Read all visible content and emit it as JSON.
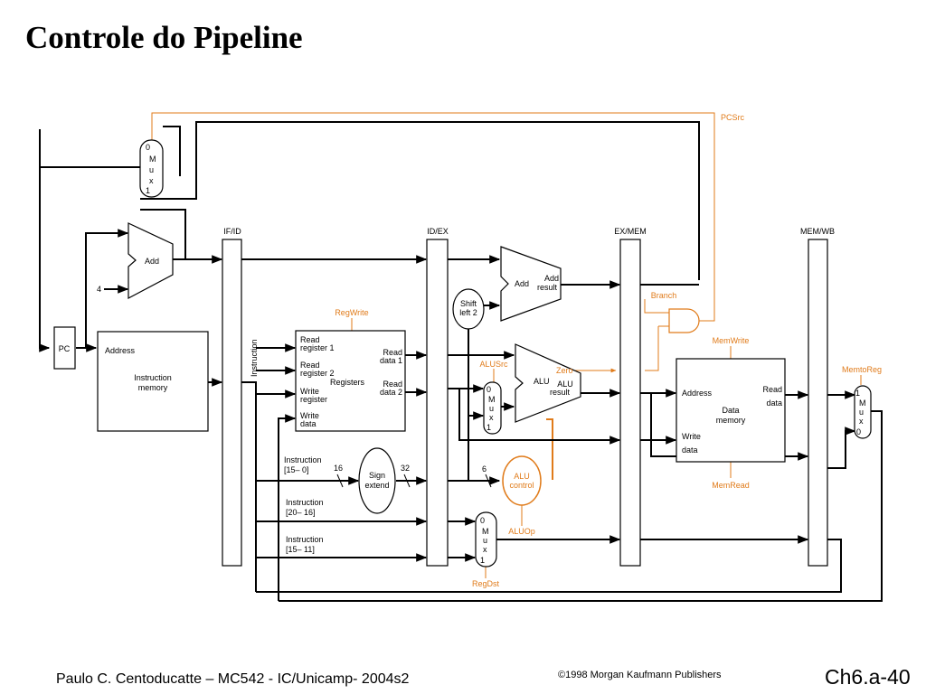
{
  "slide": {
    "title": "Controle do Pipeline",
    "footer_left": "Paulo C. Centoducatte – MC542 - IC/Unicamp- 2004s2",
    "footer_center": "©1998 Morgan Kaufmann Publishers",
    "footer_right": "Ch6.a-40"
  },
  "colors": {
    "control": "#e07b1a",
    "wire": "#000000"
  },
  "diagram": {
    "registers": {
      "if_id": "IF/ID",
      "id_ex": "ID/EX",
      "ex_mem": "EX/MEM",
      "mem_wb": "MEM/WB"
    },
    "pc": "PC",
    "four": "4",
    "add": "Add",
    "pc_mux": [
      "0",
      "M",
      "u",
      "x",
      "1"
    ],
    "instr_mem": {
      "address": "Address",
      "line1": "Instruction",
      "line2": "memory"
    },
    "instruction_vertical": "Instruction",
    "regfile": {
      "read_reg1_a": "Read",
      "read_reg1_b": "register 1",
      "read_reg2_a": "Read",
      "read_reg2_b": "register 2",
      "write_reg_a": "Write",
      "write_reg_b": "register",
      "write_data_a": "Write",
      "write_data_b": "data",
      "name": "Registers",
      "read_data1_a": "Read",
      "read_data1_b": "data 1",
      "read_data2_a": "Read",
      "read_data2_b": "data 2"
    },
    "shift": {
      "line1": "Shift",
      "line2": "left 2"
    },
    "add2": {
      "add": "Add",
      "result_a": "Add",
      "result_b": "result"
    },
    "alu": {
      "name": "ALU",
      "result_a": "ALU",
      "result_b": "result",
      "zero": "Zero"
    },
    "alu_mux": [
      "0",
      "M",
      "u",
      "x",
      "1"
    ],
    "sign_extend": {
      "line1": "Sign",
      "line2": "extend",
      "in_width": "16",
      "out_width": "32"
    },
    "instr_fields": {
      "f1_a": "Instruction",
      "f1_b": "[15– 0]",
      "f2_a": "Instruction",
      "f2_b": "[20– 16]",
      "f3_a": "Instruction",
      "f3_b": "[15– 11]"
    },
    "alu_control": {
      "line1": "ALU",
      "line2": "control",
      "width": "6"
    },
    "regdst_mux": [
      "0",
      "M",
      "u",
      "x",
      "1"
    ],
    "data_mem": {
      "address": "Address",
      "read_a": "Read",
      "read_b": "data",
      "name_a": "Data",
      "name_b": "memory",
      "write_a": "Write",
      "write_b": "data"
    },
    "wb_mux": [
      "1",
      "M",
      "u",
      "x",
      "0"
    ],
    "signals": {
      "pcsrc": "PCSrc",
      "regwrite": "RegWrite",
      "alusrc": "ALUSrc",
      "aluop": "ALUOp",
      "regdst": "RegDst",
      "branch": "Branch",
      "memwrite": "MemWrite",
      "memread": "MemRead",
      "memtoreg": "MemtoReg"
    }
  }
}
